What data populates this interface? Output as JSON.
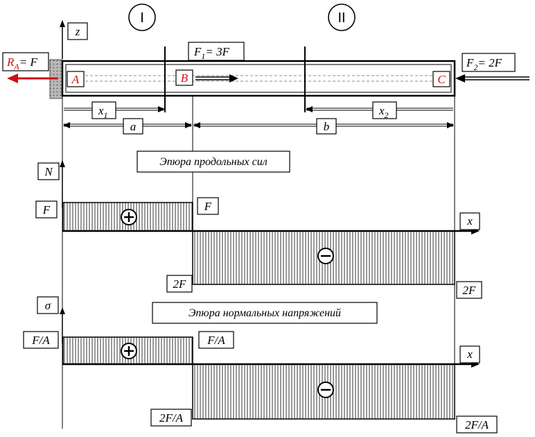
{
  "sections": {
    "first": "I",
    "second": "II"
  },
  "axes": {
    "z": "z",
    "N": "N",
    "sigma": "σ",
    "x_top": "x",
    "x_bottom": "x"
  },
  "forces": {
    "reaction": {
      "label": "R",
      "sub": "A",
      "rest": "= F"
    },
    "f1": {
      "label": "F",
      "sub": "1",
      "rest": "= 3F"
    },
    "f2": {
      "label": "F",
      "sub": "2",
      "rest": "= 2F"
    }
  },
  "points": {
    "a": "A",
    "b": "B",
    "c": "C"
  },
  "dimensions": {
    "x1": {
      "label": "x",
      "sub": "1"
    },
    "x2": {
      "label": "x",
      "sub": "2"
    },
    "a": "a",
    "b": "b"
  },
  "diagram_n": {
    "title": "Эпюра продольных сил",
    "left_value": "F",
    "b_top_value": "F",
    "b_bottom_value": "2F",
    "right_value": "2F",
    "sign_first": "+",
    "sign_second": "−"
  },
  "diagram_sigma": {
    "title": "Эпюра  нормальных  напряжений",
    "left_value": "F/A",
    "b_top_value": "F/A",
    "b_bottom_value": "2F/A",
    "right_value": "2F/A",
    "sign_first": "+",
    "sign_second": "−"
  },
  "colors": {
    "line": "#000000",
    "reaction": "#cc1111",
    "label_red": "#cc1111"
  }
}
